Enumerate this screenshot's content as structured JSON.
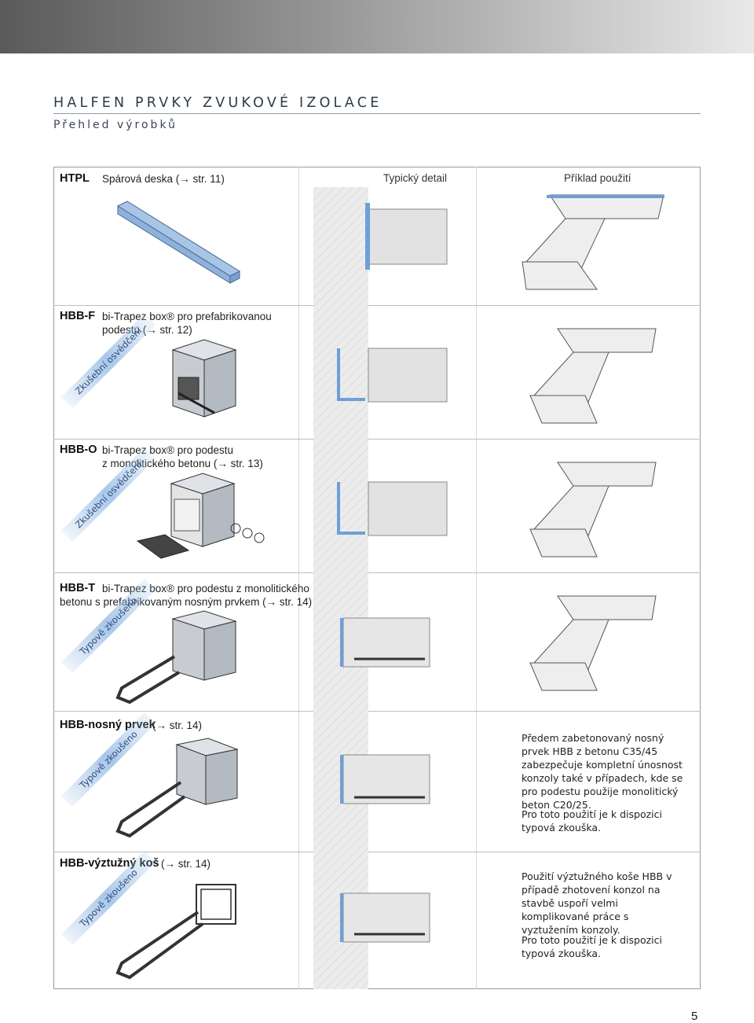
{
  "header": {
    "title": "HALFEN PRVKY ZVUKOVÉ IZOLACE",
    "subtitle": "Přehled výrobků"
  },
  "columns": {
    "detail": "Typický detail",
    "example": "Příklad použití"
  },
  "products": [
    {
      "code": "HTPL",
      "desc": "Spárová deska (→ str. 11)"
    },
    {
      "code": "HBB-F",
      "desc_line1": "bi-Trapez box® pro prefabrikovanou",
      "desc_line2": "podestu (→ str. 12)",
      "badge": "Zkušební osvědčení"
    },
    {
      "code": "HBB-O",
      "desc_line1": "bi-Trapez box® pro podestu",
      "desc_line2": "z monolitického betonu (→ str. 13)",
      "badge": "Zkušební osvědčení"
    },
    {
      "code": "HBB-T",
      "desc_line1": "bi-Trapez box® pro podestu z monolitického",
      "desc_line2": "betonu s prefabrikovaným nosným prvkem (→ str. 14)",
      "badge": "Typově zkoušeno"
    },
    {
      "code": "HBB-nosný prvek",
      "desc": "(→ str. 14)",
      "badge": "Typově zkoušeno",
      "note1": "Předem zabetonovaný nosný prvek HBB z betonu C35/45 zabezpečuje kompletní únosnost konzoly také v případech, kde se pro podestu použije monolitický beton C20/25.",
      "note2": "Pro toto použití je k dispozici typová zkouška."
    },
    {
      "code": "HBB-výztužný koš",
      "desc": "(→ str. 14)",
      "badge": "Typově zkoušeno",
      "note1": "Použití výztužného koše HBB v případě zhotovení konzol na stavbě uspoří velmi komplikované práce s vyztužením konzoly.",
      "note2": "Pro toto použití je k dispozici typová zkouška."
    }
  ],
  "page_number": "5",
  "colors": {
    "accent_blue": "#6f9fd8",
    "concrete": "#e6e6e6",
    "badge_text": "#2d4f82"
  }
}
